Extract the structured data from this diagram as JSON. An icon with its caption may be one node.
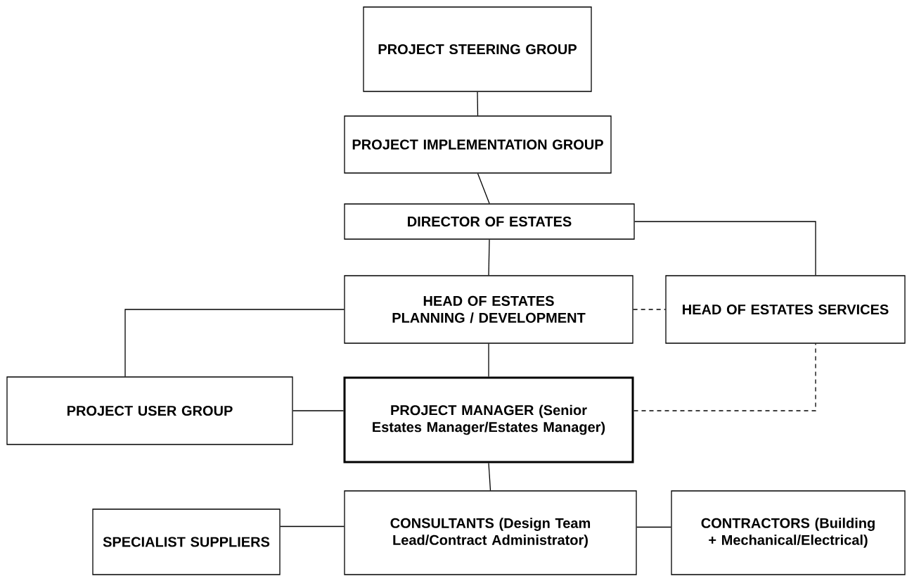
{
  "diagram": {
    "nodes": [
      {
        "text": [
          "PROJECT STEERING GROUP"
        ]
      },
      {
        "text": [
          "PROJECT IMPLEMENTATION GROUP"
        ]
      },
      {
        "text": [
          "DIRECTOR OF ESTATES"
        ]
      },
      {
        "text": [
          "HEAD OF ESTATES PLANNING / DEVELOPMENT"
        ]
      },
      {
        "text": [
          "HEAD OF ESTATES SERVICES"
        ]
      },
      {
        "text": [
          "PROJECT USER GROUP"
        ]
      },
      {
        "text": [
          "PROJECT MANAGER (Senior Estates Manager/Estates Manager)"
        ]
      },
      {
        "text": [
          "CONSULTANTS (Design Team Lead/Contract Administrator)"
        ]
      },
      {
        "text": [
          "SPECIALIST SUPPLIERS"
        ]
      },
      {
        "text": [
          "CONTRACTORS (Building + Mechanical/Electrical)"
        ]
      }
    ],
    "edges": [
      {
        "from": 0,
        "to": 1,
        "arrow": "none"
      },
      {
        "from": 1,
        "to": 2,
        "arrow": "none"
      },
      {
        "from": 2,
        "to": 3,
        "arrow": "none"
      },
      {
        "from": 2,
        "to": 4,
        "arrow": "none"
      },
      {
        "from": 3,
        "to": 5,
        "arrow": "none"
      },
      {
        "from": 3,
        "to": 4,
        "arrow": "none",
        "style": "dashed"
      },
      {
        "from": 3,
        "to": 6,
        "arrow": "none"
      },
      {
        "from": 5,
        "to": 6,
        "arrow": "none"
      },
      {
        "from": 6,
        "to": 4,
        "arrow": "none",
        "style": "dashed"
      },
      {
        "from": 6,
        "to": 7,
        "arrow": "none"
      },
      {
        "from": 8,
        "to": 7,
        "arrow": "none"
      },
      {
        "from": 7,
        "to": 9,
        "arrow": "none"
      }
    ]
  }
}
